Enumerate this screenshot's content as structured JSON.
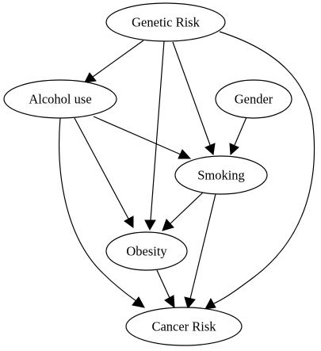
{
  "graph": {
    "type": "directed-acyclic-graph",
    "nodes": [
      {
        "id": "genetic",
        "label": "Genetic Risk"
      },
      {
        "id": "alcohol",
        "label": "Alcohol use"
      },
      {
        "id": "gender",
        "label": "Gender"
      },
      {
        "id": "smoking",
        "label": "Smoking"
      },
      {
        "id": "obesity",
        "label": "Obesity"
      },
      {
        "id": "cancer",
        "label": "Cancer Risk"
      }
    ],
    "edges": [
      {
        "from": "genetic",
        "to": "alcohol"
      },
      {
        "from": "genetic",
        "to": "obesity"
      },
      {
        "from": "genetic",
        "to": "smoking"
      },
      {
        "from": "genetic",
        "to": "cancer"
      },
      {
        "from": "alcohol",
        "to": "smoking"
      },
      {
        "from": "alcohol",
        "to": "obesity"
      },
      {
        "from": "alcohol",
        "to": "cancer"
      },
      {
        "from": "gender",
        "to": "smoking"
      },
      {
        "from": "smoking",
        "to": "obesity"
      },
      {
        "from": "smoking",
        "to": "cancer"
      },
      {
        "from": "obesity",
        "to": "cancer"
      }
    ]
  },
  "colors": {
    "stroke": "#000000",
    "fill": "#ffffff"
  }
}
